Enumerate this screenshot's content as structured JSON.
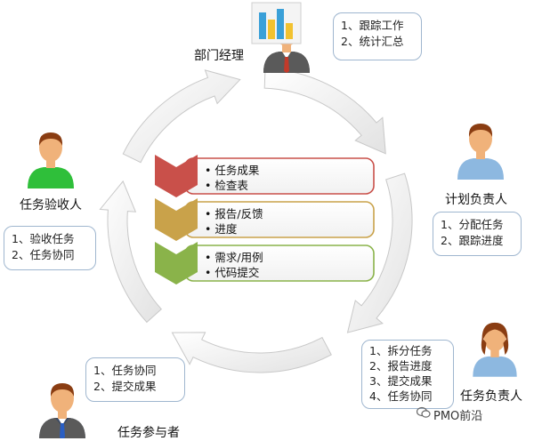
{
  "roles": {
    "manager": {
      "label": "部门经理",
      "items": [
        "1、跟踪工作",
        "2、统计汇总"
      ]
    },
    "planner": {
      "label": "计划负责人",
      "items": [
        "1、分配任务",
        "2、跟踪进度"
      ]
    },
    "task_owner": {
      "label": "任务负责人",
      "items": [
        "1、拆分任务",
        "2、报告进度",
        "3、提交成果",
        "4、任务协同"
      ]
    },
    "participant": {
      "label": "任务参与者",
      "items": [
        "1、任务协同",
        "2、提交成果"
      ]
    },
    "acceptor": {
      "label": "任务验收人",
      "items": [
        "1、验收任务",
        "2、任务协同"
      ]
    }
  },
  "deliverables": [
    {
      "lines": [
        "任务成果",
        "检查表"
      ],
      "color": "#c9504a"
    },
    {
      "lines": [
        "报告/反馈",
        "进度"
      ],
      "color": "#c9a24a"
    },
    {
      "lines": [
        "需求/用例",
        "代码提交"
      ],
      "color": "#8ab34a"
    }
  ],
  "colors": {
    "ring": "#e8e8e8",
    "ring_stroke": "#c8c8c8",
    "callout_border": "#9fb6cf",
    "shirt_green": "#2fbf3a",
    "shirt_blue": "#8db8e0",
    "skin": "#f0b27a",
    "hair": "#8a3d12"
  },
  "watermark": "PMO前沿",
  "icons": {
    "chart": "bar-chart-icon",
    "wechat": "wechat-icon"
  }
}
